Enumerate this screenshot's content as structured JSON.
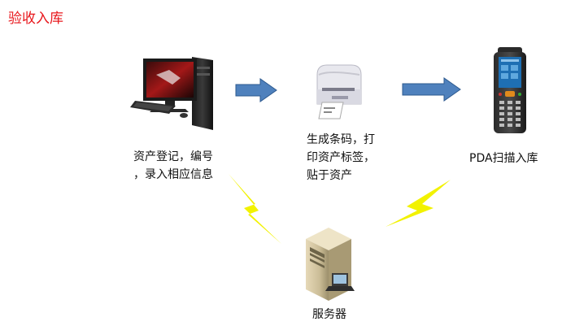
{
  "title": "验收入库",
  "nodes": {
    "computer": {
      "label_lines": [
        "资产登记，编号",
        "，录入相应信息"
      ]
    },
    "printer": {
      "label_lines": [
        "生成条码，打",
        "印资产标签，",
        "贴于资产"
      ]
    },
    "pda": {
      "label_lines": [
        "PDA扫描入库"
      ]
    },
    "server": {
      "label_lines": [
        "服务器"
      ]
    }
  },
  "colors": {
    "title": "#e8161b",
    "arrow_fill": "#4f81bd",
    "arrow_stroke": "#2e5a8f",
    "lightning": "#f2f200"
  },
  "icons": [
    "desktop-computer-icon",
    "label-printer-icon",
    "pda-scanner-icon",
    "server-tower-icon",
    "lightning-bolt-icon"
  ]
}
